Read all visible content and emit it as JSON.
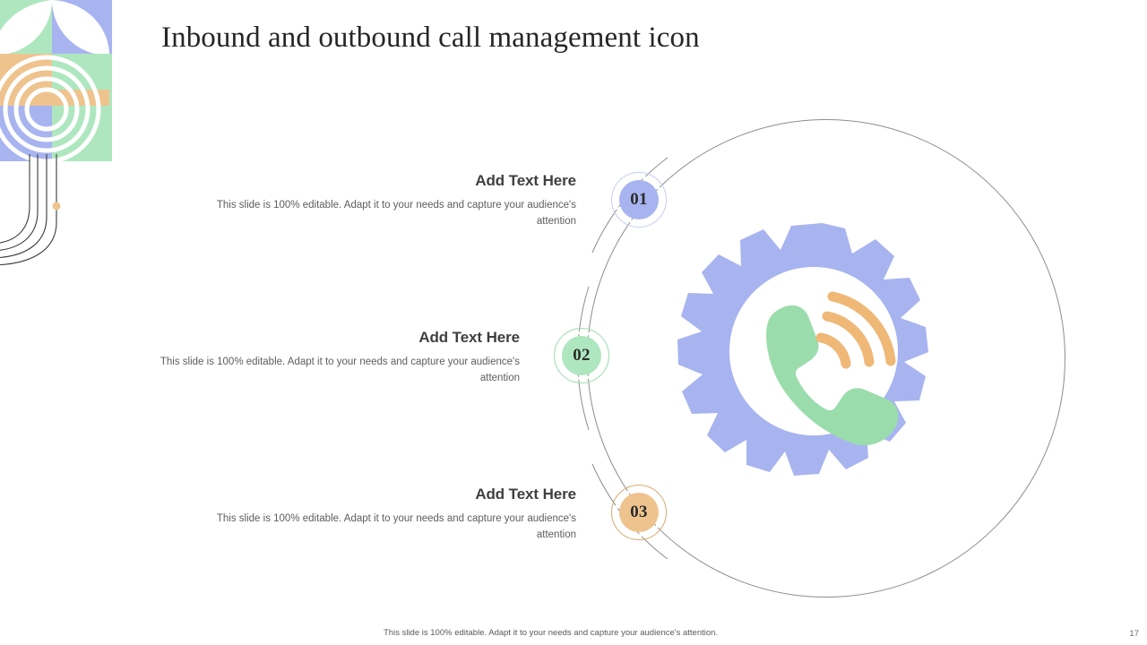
{
  "slide": {
    "title": "Inbound and outbound call management icon",
    "page_number": "17",
    "footer_note": "This slide is 100% editable. Adapt it to your needs and capture your audience's attention."
  },
  "colors": {
    "blue": "#A8B4F0",
    "green": "#AEE7BF",
    "orange": "#EFC38E",
    "blue_light": "#DDE3FA",
    "green_light": "#DFF4E6",
    "orange_light": "#F8EBD8",
    "outline_gray": "#8D8D8D",
    "heading": "#3F3F3F",
    "body": "#5D5D5D",
    "title": "#262626"
  },
  "items": [
    {
      "number": "01",
      "heading": "Add Text Here",
      "body": "This slide is 100% editable. Adapt it to your needs and capture your audience's attention",
      "accent": "#A8B4F0",
      "accent_light": "#DDE3FA"
    },
    {
      "number": "02",
      "heading": "Add Text Here",
      "body": "This slide is 100% editable. Adapt it to your needs and capture your audience's attention",
      "accent": "#AEE7BF",
      "accent_light": "#DFF4E6"
    },
    {
      "number": "03",
      "heading": "Add Text Here",
      "body": "This slide is 100% editable. Adapt it to your needs and capture your audience's attention",
      "accent": "#EFC38E",
      "accent_light": "#F8EBD8"
    }
  ],
  "center_icon": {
    "name": "gear-phone-icon",
    "gear_color": "#A8B4F0",
    "handset_color": "#9BDCAC",
    "signal_color": "#EFB877"
  },
  "decoration": {
    "name": "corner-pattern",
    "ring_color": "#FFFFFF",
    "line_color": "#3A3A3A",
    "dot_color": "#EFC38E"
  }
}
